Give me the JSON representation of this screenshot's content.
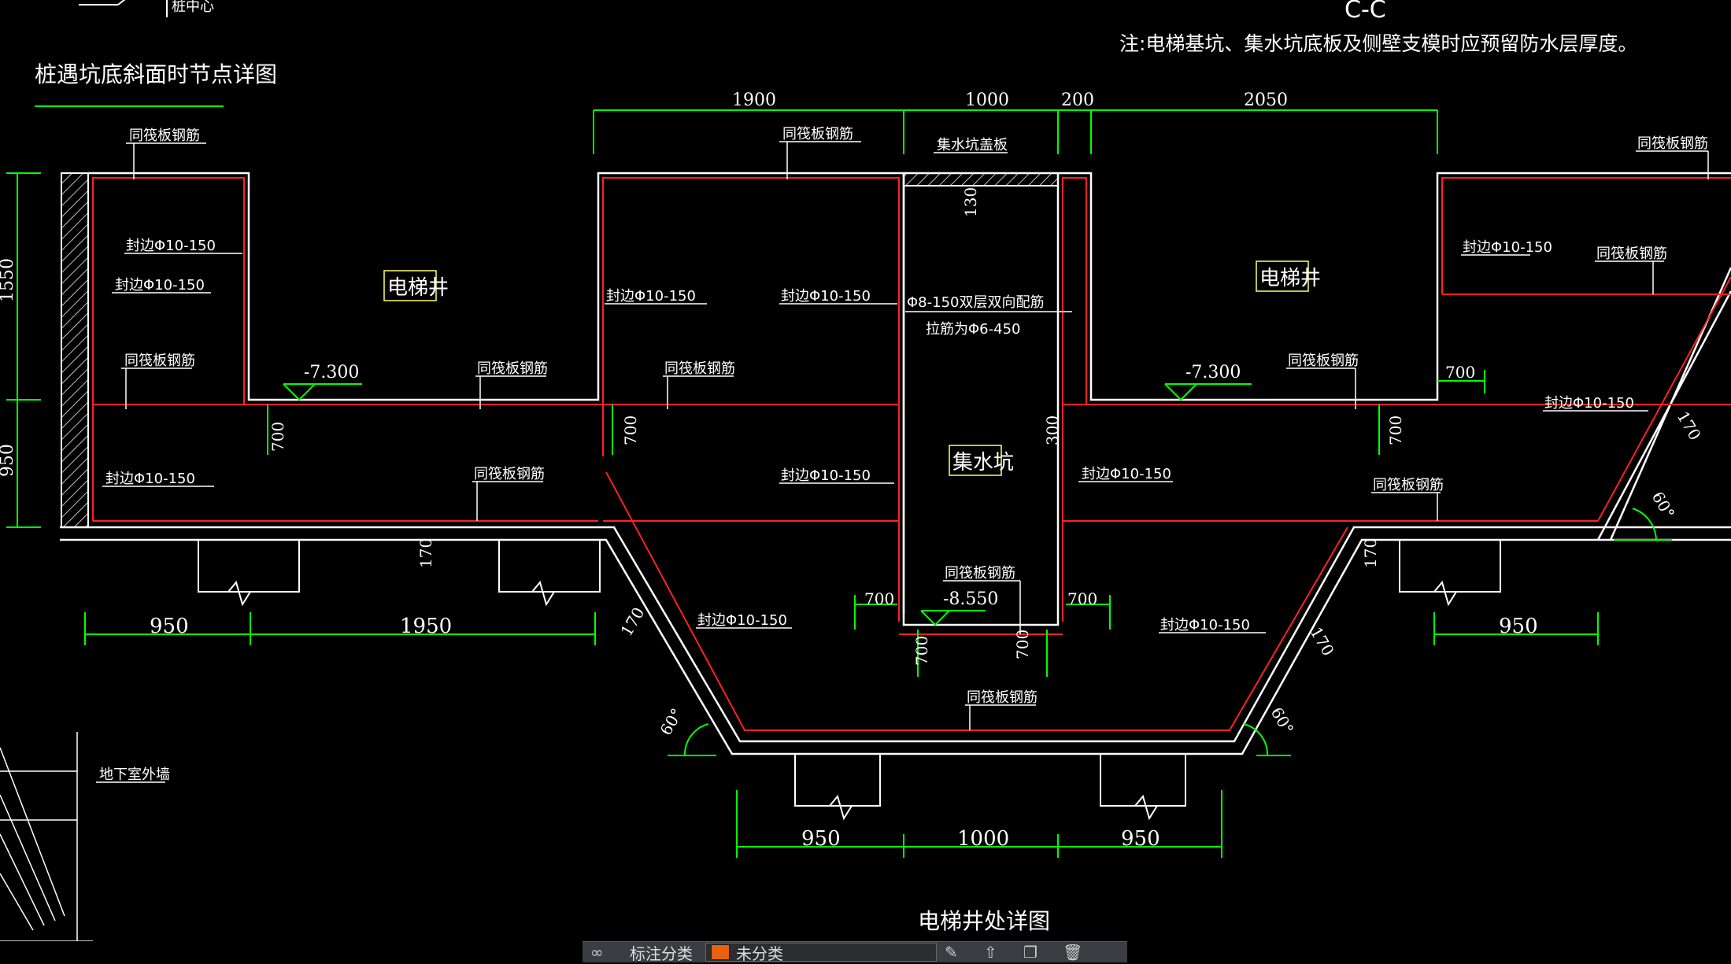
{
  "header": {
    "section_mark": "C-C",
    "note": "注:电梯基坑、集水坑底板及侧壁支模时应预留防水层厚度。",
    "top_left_label": "桩中心",
    "detail_title": "桩遇坑底斜面时节点详图"
  },
  "drawing": {
    "title": "电梯井处详图",
    "labels": {
      "elevator_left": "电梯井",
      "elevator_right": "电梯井",
      "sump": "集水坑",
      "sump_cover": "集水坑盖板",
      "basement_wall": "地下室外墙",
      "rebar_main": "Φ8-150双层双向配筋",
      "rebar_tie": "拉筋为Φ6-450",
      "same_slab": "同筏板钢筋",
      "edge_seal": "封边Φ10-150"
    },
    "elevations": {
      "left": "-7.300",
      "right": "-7.300",
      "sump_bottom": "-8.550"
    },
    "dims_top": [
      "1900",
      "1000",
      "200",
      "2050"
    ],
    "dims_bottom_left": [
      "950",
      "1950"
    ],
    "dims_bottom_mid": [
      "950",
      "1000",
      "950"
    ],
    "dims_bottom_right": [
      "950"
    ],
    "dims_vertical_left": [
      "1550",
      "950"
    ],
    "dims_misc": {
      "d700": "700",
      "d170": "170",
      "d130": "130",
      "d300": "300",
      "angle": "60°"
    }
  },
  "toolbar": {
    "layer_label": "标注分类",
    "layer_value": "未分类",
    "layer_color": "#e8620c"
  },
  "colors": {
    "line": "#ffffff",
    "rebar": "#ff2222",
    "dimension": "#00ff00",
    "label_box": "#ffff66"
  }
}
